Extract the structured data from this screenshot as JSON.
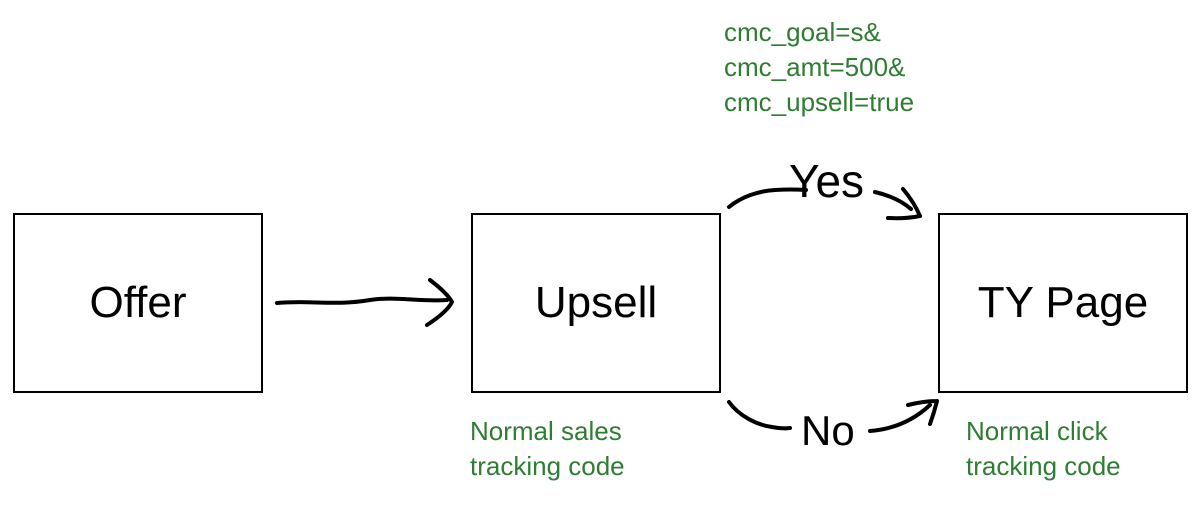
{
  "diagram": {
    "nodes": [
      {
        "id": "offer",
        "label": "Offer"
      },
      {
        "id": "upsell",
        "label": "Upsell"
      },
      {
        "id": "ty_page",
        "label": "TY Page"
      }
    ],
    "edges": [
      {
        "from": "offer",
        "to": "upsell",
        "label": ""
      },
      {
        "from": "upsell",
        "to": "ty_page",
        "label": "Yes"
      },
      {
        "from": "upsell",
        "to": "ty_page",
        "label": "No"
      }
    ],
    "annotations": {
      "query_params_lines": [
        "cmc_goal=s&",
        "cmc_amt=500&",
        "cmc_upsell=true"
      ],
      "upsell_note_lines": [
        "Normal sales",
        "tracking code"
      ],
      "ty_note_lines": [
        "Normal click",
        "tracking code"
      ]
    },
    "colors": {
      "annotation_green": "#2e7d32",
      "line_black": "#000000",
      "background": "#ffffff"
    }
  }
}
